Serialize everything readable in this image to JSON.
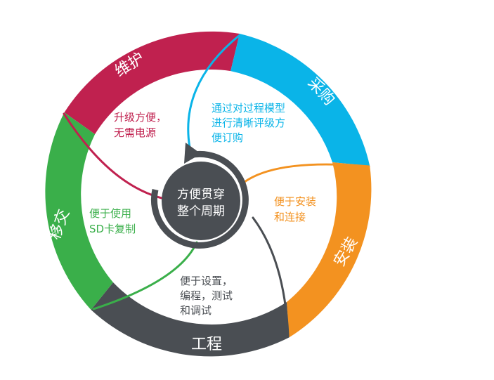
{
  "center": {
    "line1": "方便贯穿",
    "line2": "整个周期",
    "color": "#4a4e53"
  },
  "segments": [
    {
      "id": "maintain",
      "label": "维护",
      "color": "#c0214f",
      "text": [
        "升级方便，",
        "无需电源"
      ]
    },
    {
      "id": "purchase",
      "label": "采购",
      "color": "#0ab4e8",
      "text": [
        "通过对过程模型",
        "进行清晰评级方",
        "便订购"
      ]
    },
    {
      "id": "install",
      "label": "安装",
      "color": "#f39220",
      "text": [
        "便于安装",
        "和连接"
      ]
    },
    {
      "id": "engineering",
      "label": "工程",
      "color": "#4a4e53",
      "text": [
        "便于设置，",
        "编程，测试",
        "和调试"
      ]
    },
    {
      "id": "transfer",
      "label": "移交",
      "color": "#3aaf4a",
      "text": [
        "便于使用",
        "SD卡复制"
      ]
    }
  ]
}
